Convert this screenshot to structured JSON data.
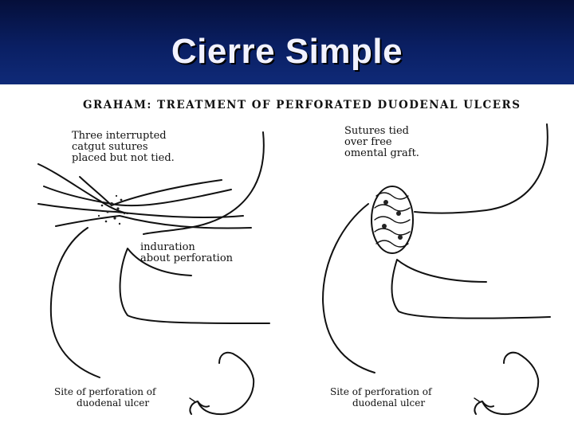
{
  "slide": {
    "title": "Cierre Simple"
  },
  "figure": {
    "heading": "GRAHAM:  TREATMENT  OF  PERFORATED  DUODENAL  ULCERS",
    "left_panel": {
      "label_sutures": [
        "Three interrupted",
        "catgut sutures",
        "placed but not tied."
      ],
      "label_induration": [
        "induration",
        "about perforation"
      ],
      "label_site": [
        "Site of perforation of",
        "duodenal ulcer"
      ]
    },
    "right_panel": {
      "label_sutures": [
        "Sutures tied",
        "over free",
        "omental graft."
      ],
      "label_site": [
        "Site of perforation of",
        "duodenal ulcer"
      ]
    }
  }
}
